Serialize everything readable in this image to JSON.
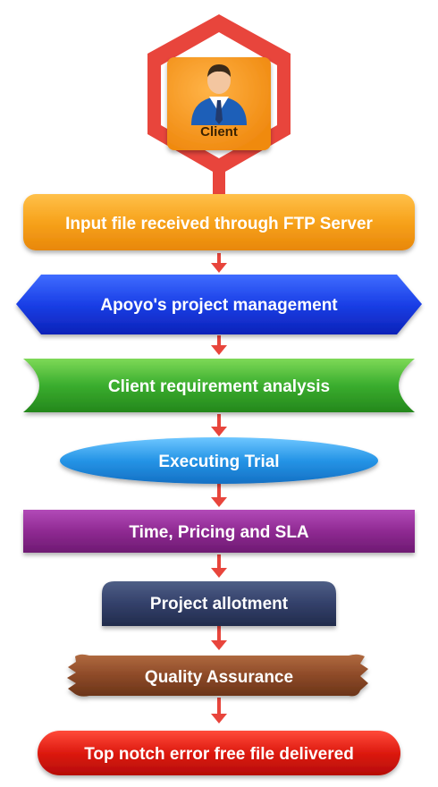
{
  "client_label": "Client",
  "steps": [
    {
      "label": "Input file received through FTP Server"
    },
    {
      "label": "Apoyo's project management"
    },
    {
      "label": "Client requirement analysis"
    },
    {
      "label": "Executing Trial"
    },
    {
      "label": "Time, Pricing and SLA"
    },
    {
      "label": "Project allotment"
    },
    {
      "label": "Quality Assurance"
    },
    {
      "label": "Top notch error free file delivered"
    }
  ],
  "colors": {
    "hexagon": "#e8453c",
    "client_fill": "#f7931e",
    "connector": "#e8453c",
    "step_input": "#f5a623",
    "step_management": "#1c3fe0",
    "step_analysis": "#2fa82f",
    "step_trial": "#1e88d8",
    "step_pricing": "#8e2a8e",
    "step_allotment": "#2f3a5c",
    "step_quality": "#8b4a2b",
    "step_delivered": "#cc1111"
  }
}
